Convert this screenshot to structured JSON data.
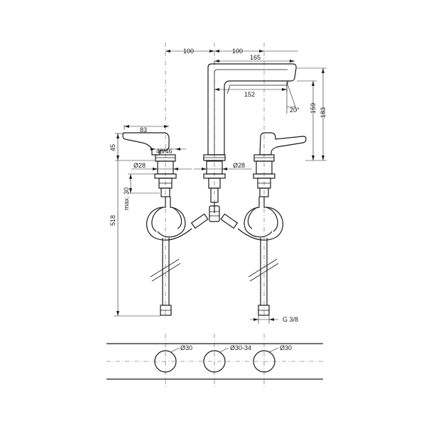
{
  "labels": {
    "dim_100_left": "100",
    "dim_100_right": "100",
    "dim_165": "165",
    "dim_152": "152",
    "dim_20": "20°",
    "dim_159": "159",
    "dim_183": "183",
    "dim_83": "83",
    "dim_45": "45",
    "dim_46_46": "46/46",
    "dim_d28_left": "Ø28",
    "dim_d28_right": "Ø28",
    "dim_max30": "max. 30",
    "dim_518": "518",
    "dim_g38": "G 3/8",
    "dim_d30_left": "Ø30",
    "dim_d30_34": "Ø30-34",
    "dim_d30_right": "Ø30"
  },
  "colors": {
    "line": "#1a1a1a",
    "background": "#ffffff"
  }
}
